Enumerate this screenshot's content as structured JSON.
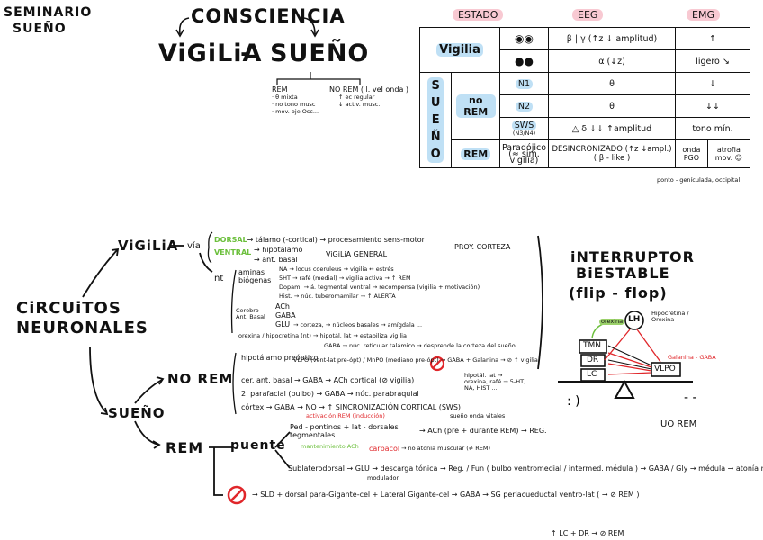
{
  "header": {
    "title_line1": "SEMINARIO",
    "title_line2": "SUEÑO",
    "consciencia": "CONSCIENCIA",
    "vigilia": "ViGiLiA",
    "dash": "-",
    "sueno": "SUEÑO",
    "rem": "REM",
    "rem_items": [
      "· θ mixta",
      "· no tono musc",
      "· mov. oje Osc..."
    ],
    "norem": "NO REM ( l. veI onda )",
    "norem_items": [
      "↑ ec regular",
      "↓ activ. musc."
    ]
  },
  "table": {
    "headers": {
      "estado": "ESTADO",
      "eeg": "EEG",
      "emg": "EMG"
    },
    "vigilia": "Vigilia",
    "sueno": "SUEÑO",
    "norem": "no REM",
    "rem": "REM",
    "rows": [
      {
        "stage": "ojos abiertos",
        "eeg": "β | γ (↑z ↓ amplitud)",
        "emg": "↑"
      },
      {
        "stage": "ojos cerrados",
        "eeg": "α (↓z)",
        "emg": "ligero ↘"
      },
      {
        "stage": "N1",
        "eeg": "θ",
        "emg": "↓"
      },
      {
        "stage": "N2",
        "eeg": "θ",
        "emg": "↓↓"
      },
      {
        "stage": "SWS",
        "stage_sub": "(N3/N4)",
        "eeg": "△ δ ↓↓ ↑amplitud",
        "emg": "tono mín."
      },
      {
        "stage": "Paradójico",
        "stage_sub": "(≈ sim. vigilia)",
        "eeg": "DESINCRONIZADO (↑z ↓ampl.) ( β - like )",
        "emg_a": "onda PGO",
        "emg_b": "atrofia mov. ☺"
      }
    ],
    "pgo_note": "ponto - genículada, occipital"
  },
  "circuits": {
    "title": "CiRCUiTOS NEURONALES",
    "vigilia": "ViGiLiA",
    "via": "vía",
    "dorsal": "DORSAL",
    "dorsal_text": "→ tálamo (-cortical) → procesamiento sens-motor",
    "ventral": "VENTRAL",
    "ventral_a": "→ hipotálamo",
    "ventral_b": "→ ant. basal",
    "proy": "PROY. CORTEZA",
    "vig_general": "ViGiLiA GENERAL",
    "nt": "nt",
    "aminas": "aminas biógenas",
    "aminas_items": [
      "NA → locus coeruleus → vigilia ↔ estrés",
      "5HT → rafé (medial) → vigilia activa → ↑ REM",
      "Dopam. → á. tegmental ventral → recompensa (vigilia + motivación)",
      "Hist. → núc. tuberomamilar → ↑ ALERTA"
    ],
    "cerebro_ant": "Cerebro Ant. Basal",
    "basal_items": [
      "ACh",
      "GABA",
      "GLU"
    ],
    "glu_line": "→ corteza, → núcleos basales → amígdala ...",
    "orexina": "orexina / hipocretina (nt) → hipotál. lat → estabiliza vigilia",
    "gaba_line": "GABA → núc. reticular talámico → desprende la corteza del sueño",
    "sueno": "SUEÑO",
    "norem": "NO REM",
    "norem_items": [
      "hipotálamo preóptico",
      "VLPO (vent-lat pre-ópt) / MnPO (mediano pre-ópt) → GABA + Galanina → ⊘ ↑ vigilia",
      "cer. ant. basal → GABA → ACh cortical (⊘ vigilia)",
      "2. parafacial (bulbo) → GABA → núc. parabraquial",
      "córtex → GABA → NO → ↑ SINCRONIZACIÓN CORTICAL (SWS)"
    ],
    "norem_targets": "hipotál. lat → orexina, rafé → 5-HT, NA, HIST ...",
    "rem": "REM",
    "puente": "puente",
    "rem_top_note": "activación REM (inducción)",
    "ped": "Ped - pontinos + lat - dorsales tegmentales",
    "ach_line": "→ ACh (pre + durante REM) → REG.",
    "sueno_note": "sueño onda vitales",
    "mantenimiento": "mantenimiento ACh",
    "carbacol": "carbacol",
    "carbacol_line": "→ no atonía muscular (≠ REM)",
    "sublat": "Sublaterodorsal → GLU → descarga tónica → Reg. / Fun ( bulbo ventromedial / intermed. médula ) → GABA / Gly → médula → atonía muscular",
    "inhib_line": "→ SLD + dorsal para-Gigante-cel + Lateral Gigante-cel → GABA → SG periacueductal ventro-lat ( → ⊘ REM )",
    "lc_dr": "↑ LC + DR → ⊘ REM",
    "modulador": "modulador"
  },
  "flipflop": {
    "title1": "iNTERRUPTOR",
    "title2": "BiESTABLE",
    "title3": "(flip - flop)",
    "orexina": "orexina",
    "lh": "LH",
    "tmn": "TMN",
    "dr": "DR",
    "lc": "LC",
    "vlpo": "VLPO",
    "galanina": "Galanina - GABA",
    "uo_rem": "UO REM",
    "hipocretina": "Hipocretina / Orexina"
  },
  "colors": {
    "blue_highlight": "#bfe0f5",
    "pink_highlight": "#f8c9d2",
    "red": "#e0262a",
    "green": "#6bbf3b"
  }
}
